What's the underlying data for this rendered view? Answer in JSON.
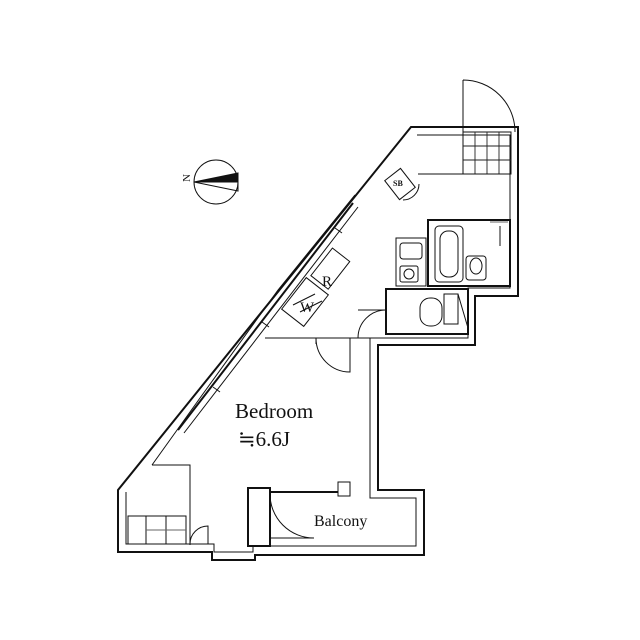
{
  "plan": {
    "bedroom_label": "Bedroom",
    "bedroom_size": "≒6.6J",
    "balcony_label": "Balcony",
    "wardrobe_letter_r": "R",
    "wardrobe_letter_w": "W",
    "shoe_box_label": "SB",
    "compass_label": "N"
  }
}
